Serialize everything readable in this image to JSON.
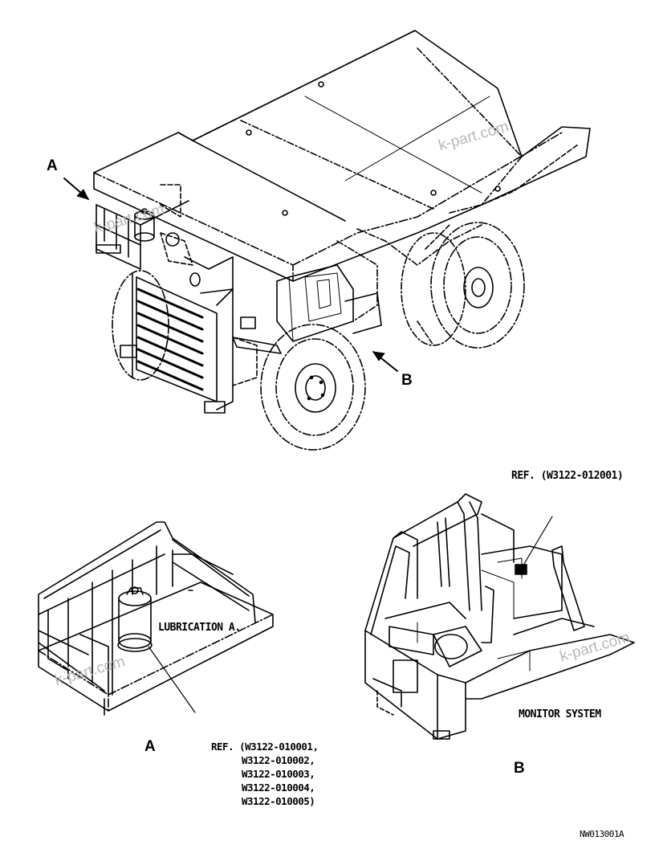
{
  "labels": {
    "view_a_arrow": "A",
    "view_b_arrow": "B",
    "view_a_caption": "A",
    "view_b_caption": "B",
    "lubrication": "LUBRICATION A.",
    "monitor_system": "MONITOR SYSTEM",
    "ref_b": "REF. (W3122-012001)",
    "ref_a_line1": "REF. (W3122-010001,",
    "ref_a_line2": "W3122-010002,",
    "ref_a_line3": "W3122-010003,",
    "ref_a_line4": "W3122-010004,",
    "ref_a_line5": "W3122-010005)",
    "drawing_number": "NW013001A"
  },
  "watermarks": {
    "w1": "k-part.com",
    "w2": "k-part.com",
    "w3": "k-part.com",
    "w4": "k-part.com"
  }
}
